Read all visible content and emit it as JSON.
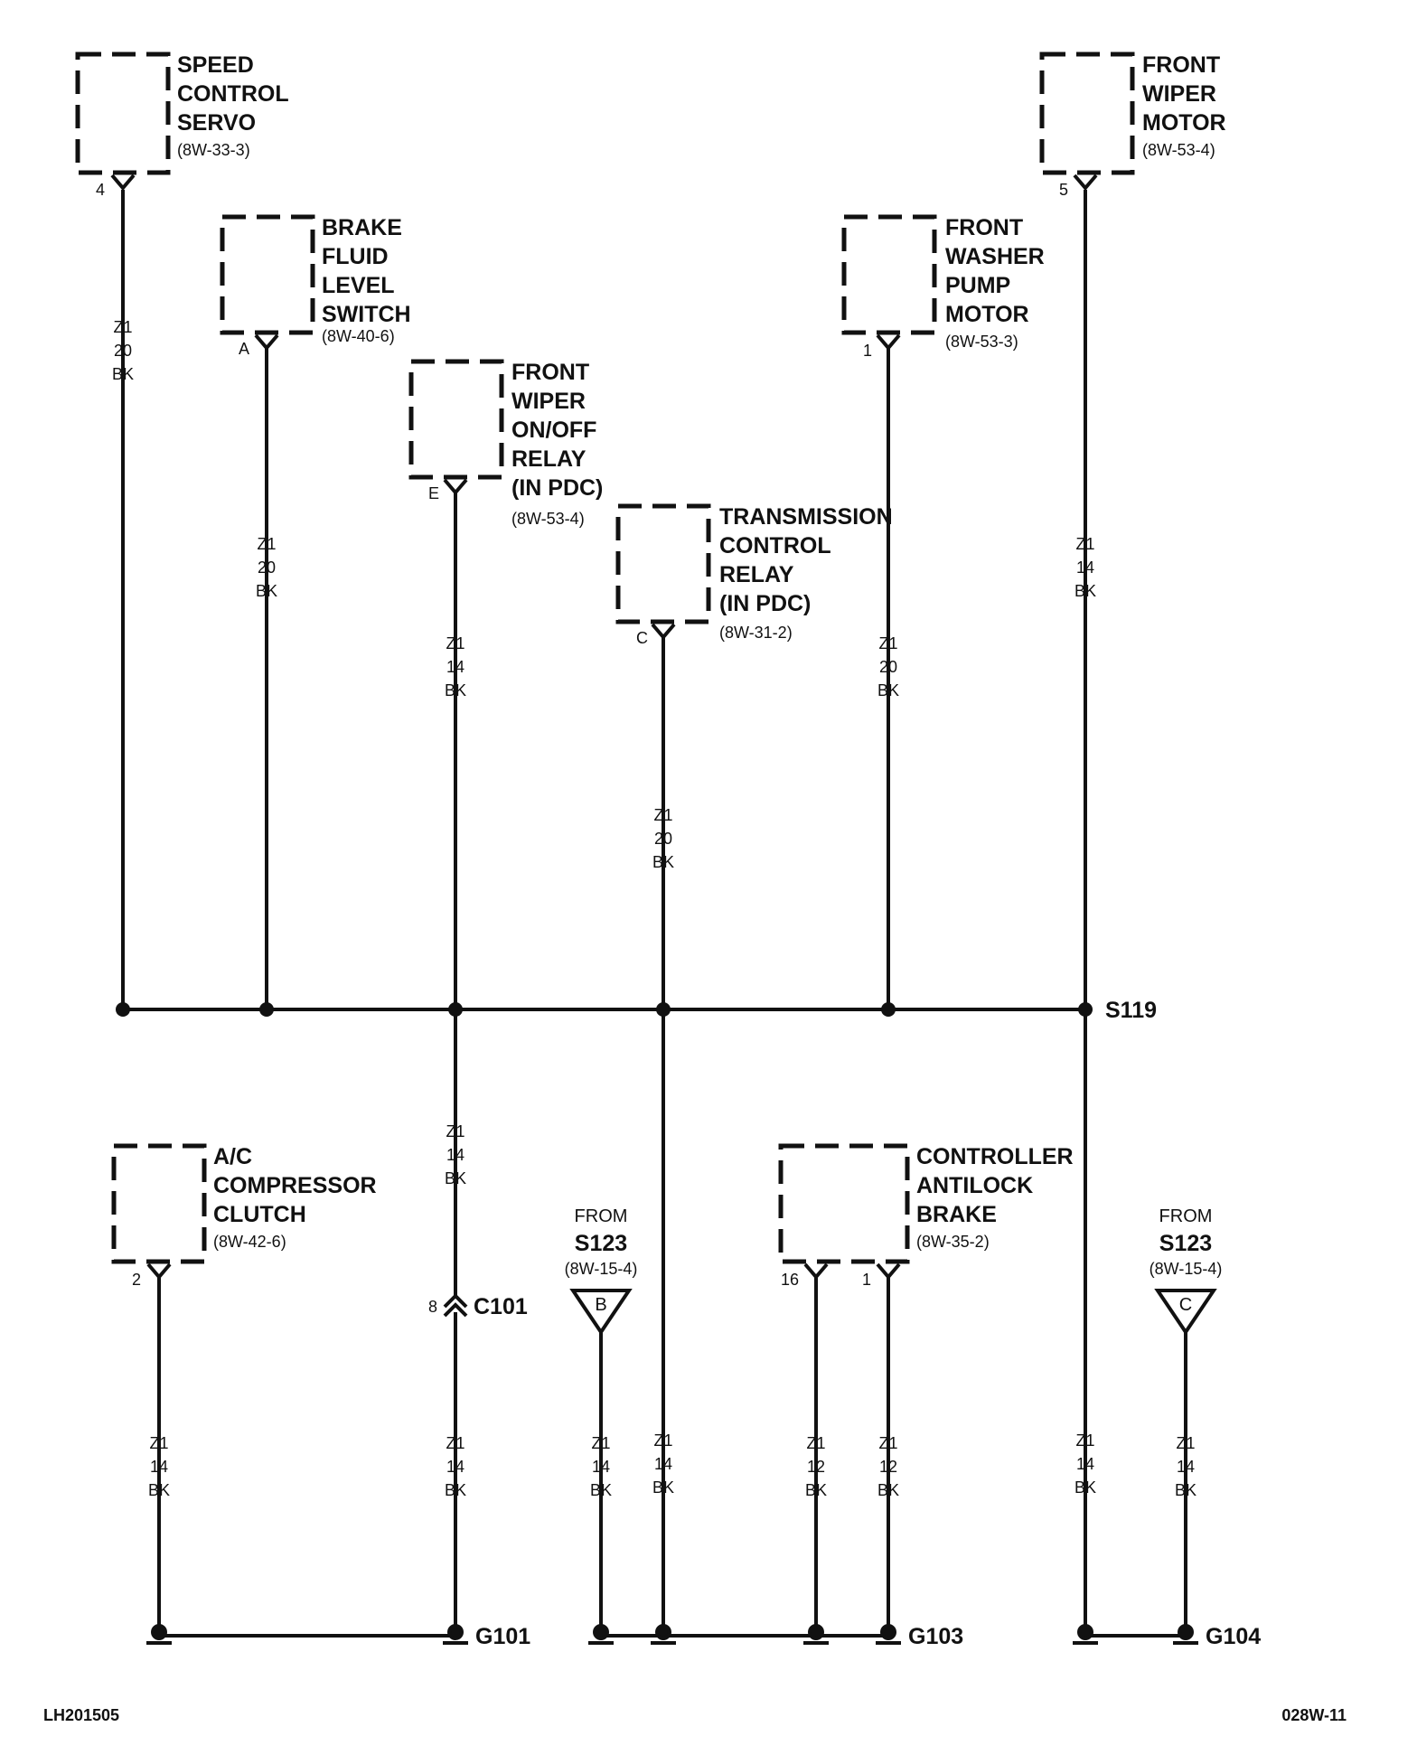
{
  "components": {
    "speed_control_servo": {
      "lines": [
        "SPEED",
        "CONTROL",
        "SERVO"
      ],
      "ref": "(8W-33-3)",
      "pin": "4"
    },
    "brake_fluid_level_switch": {
      "lines": [
        "BRAKE",
        "FLUID",
        "LEVEL",
        "SWITCH"
      ],
      "ref": "(8W-40-6)",
      "pin": "A"
    },
    "front_wiper_onoff_relay": {
      "lines": [
        "FRONT",
        "WIPER",
        "ON/OFF",
        "RELAY",
        "(IN PDC)"
      ],
      "ref": "(8W-53-4)",
      "pin": "E"
    },
    "transmission_control_relay": {
      "lines": [
        "TRANSMISSION",
        "CONTROL",
        "RELAY",
        "(IN PDC)"
      ],
      "ref": "(8W-31-2)",
      "pin": "C"
    },
    "front_washer_pump_motor": {
      "lines": [
        "FRONT",
        "WASHER",
        "PUMP",
        "MOTOR"
      ],
      "ref": "(8W-53-3)",
      "pin": "1"
    },
    "front_wiper_motor": {
      "lines": [
        "FRONT",
        "WIPER",
        "MOTOR"
      ],
      "ref": "(8W-53-4)",
      "pin": "5"
    },
    "ac_compressor_clutch": {
      "lines": [
        "A/C",
        "COMPRESSOR",
        "CLUTCH"
      ],
      "ref": "(8W-42-6)",
      "pin": "2"
    },
    "controller_antilock_brake": {
      "lines": [
        "CONTROLLER",
        "ANTILOCK",
        "BRAKE"
      ],
      "ref": "(8W-35-2)",
      "pins": [
        "16",
        "1"
      ]
    }
  },
  "wires": {
    "w_speed_servo": [
      "Z1",
      "20",
      "BK"
    ],
    "w_brake_fluid": [
      "Z1",
      "20",
      "BK"
    ],
    "w_wiper_relay": [
      "Z1",
      "14",
      "BK"
    ],
    "w_trans_relay": [
      "Z1",
      "20",
      "BK"
    ],
    "w_washer_pump": [
      "Z1",
      "20",
      "BK"
    ],
    "w_wiper_motor": [
      "Z1",
      "14",
      "BK"
    ],
    "w_c101_upper": [
      "Z1",
      "14",
      "BK"
    ],
    "w_ac_clutch": [
      "Z1",
      "14",
      "BK"
    ],
    "w_c101_lower": [
      "Z1",
      "14",
      "BK"
    ],
    "w_s123_b": [
      "Z1",
      "14",
      "BK"
    ],
    "w_trans_lower": [
      "Z1",
      "14",
      "BK"
    ],
    "w_abs_16": [
      "Z1",
      "12",
      "BK"
    ],
    "w_abs_1": [
      "Z1",
      "12",
      "BK"
    ],
    "w_s119_lower": [
      "Z1",
      "14",
      "BK"
    ],
    "w_s123_c": [
      "Z1",
      "14",
      "BK"
    ]
  },
  "splice_label": "S119",
  "connector": {
    "name": "C101",
    "pin": "8"
  },
  "from_refs": {
    "b": {
      "from": "FROM",
      "splice": "S123",
      "ref": "(8W-15-4)",
      "letter": "B"
    },
    "c": {
      "from": "FROM",
      "splice": "S123",
      "ref": "(8W-15-4)",
      "letter": "C"
    }
  },
  "grounds": {
    "g101": "G101",
    "g103": "G103",
    "g104": "G104"
  },
  "footer": {
    "left": "LH201505",
    "right": "028W-11"
  }
}
